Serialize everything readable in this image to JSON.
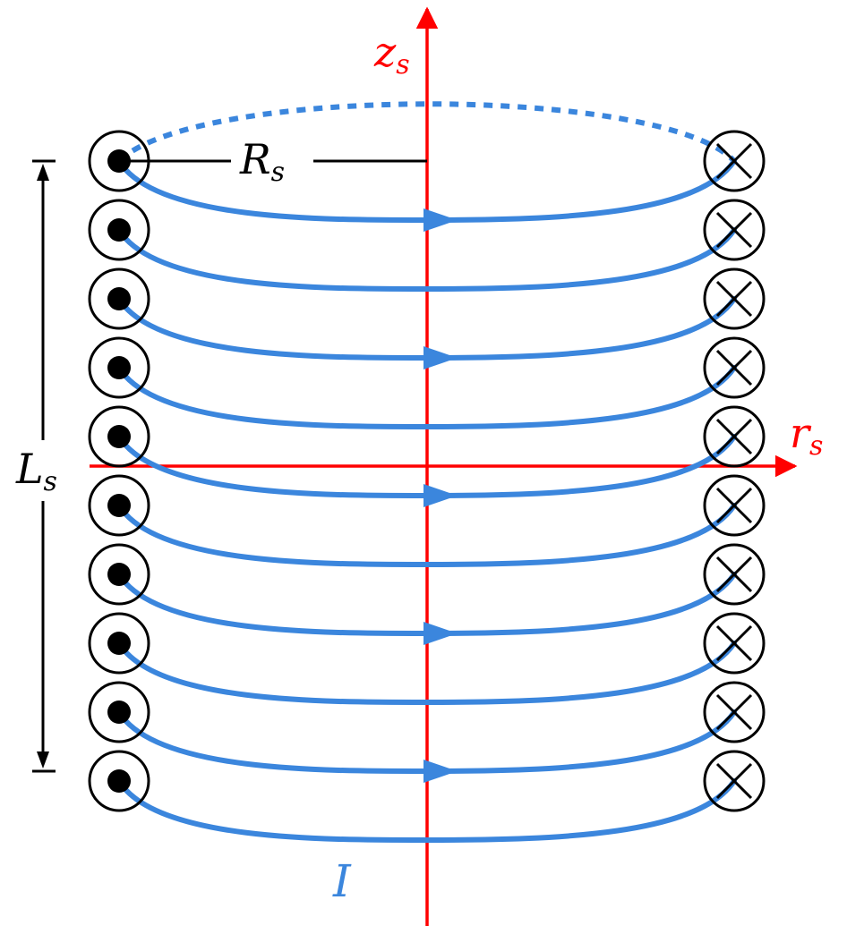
{
  "labels": {
    "z_axis": {
      "main": "z",
      "sub": "s"
    },
    "r_axis": {
      "main": "r",
      "sub": "s"
    },
    "radius": {
      "main": "R",
      "sub": "s"
    },
    "length": {
      "main": "L",
      "sub": "s"
    },
    "current": "I"
  },
  "turns": 10,
  "colors": {
    "axes": "#ff0000",
    "wire": "#3b86dd",
    "conductor": "#000000"
  },
  "symbols": {
    "left": "current-out-of-page-dot",
    "right": "current-into-page-cross"
  }
}
